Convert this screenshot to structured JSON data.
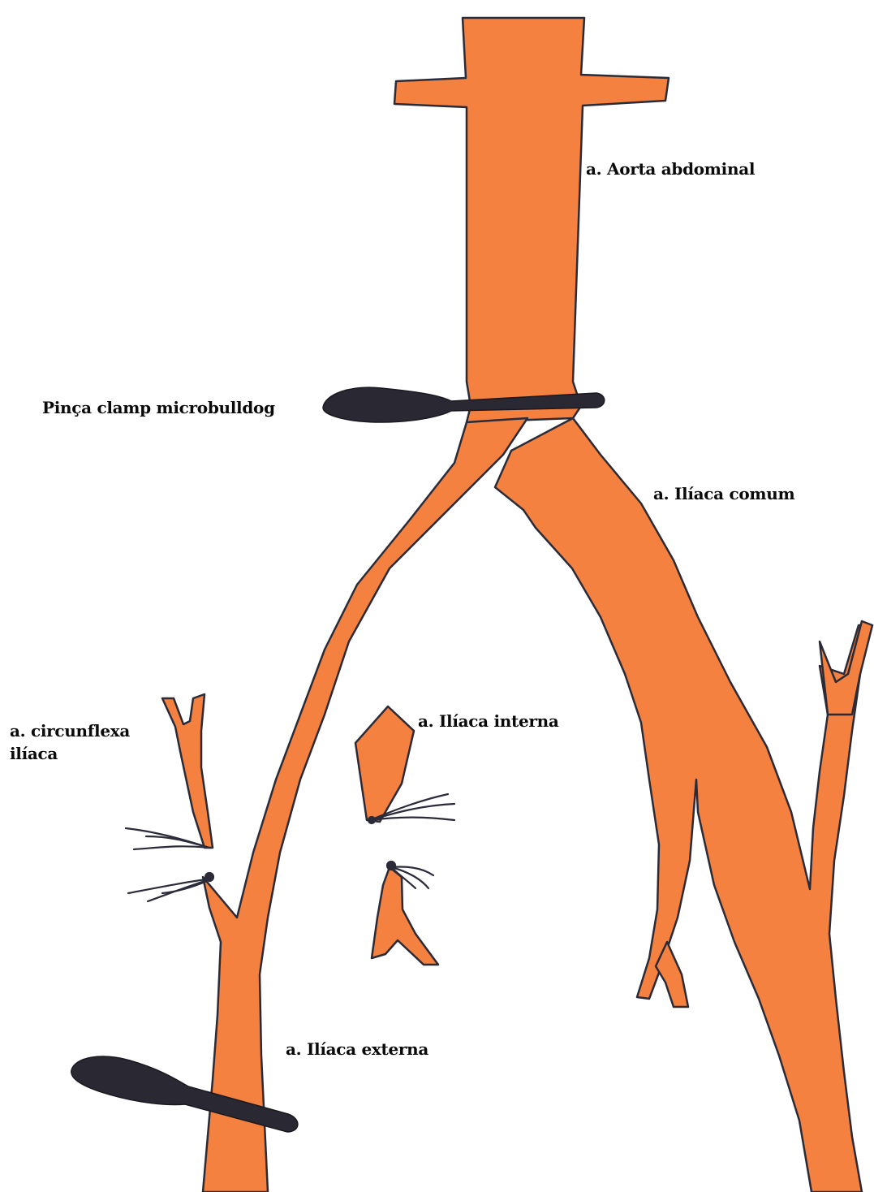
{
  "labels": {
    "aorta": "a. Aorta abdominal",
    "clamp": "Pinça clamp microbulldog",
    "iliaca_comum": "a.  Ilíaca comum",
    "iliaca_interna": "a. Ilíaca interna",
    "circunflexa_line1": "a. circunflexa",
    "circunflexa_line2": "ilíaca",
    "iliaca_externa": "a. Ilíaca externa"
  },
  "colors": {
    "artery": "#f4813f",
    "outline": "#2b2b38",
    "clamp": "#2a2832",
    "suture": "#2b2b3a"
  }
}
